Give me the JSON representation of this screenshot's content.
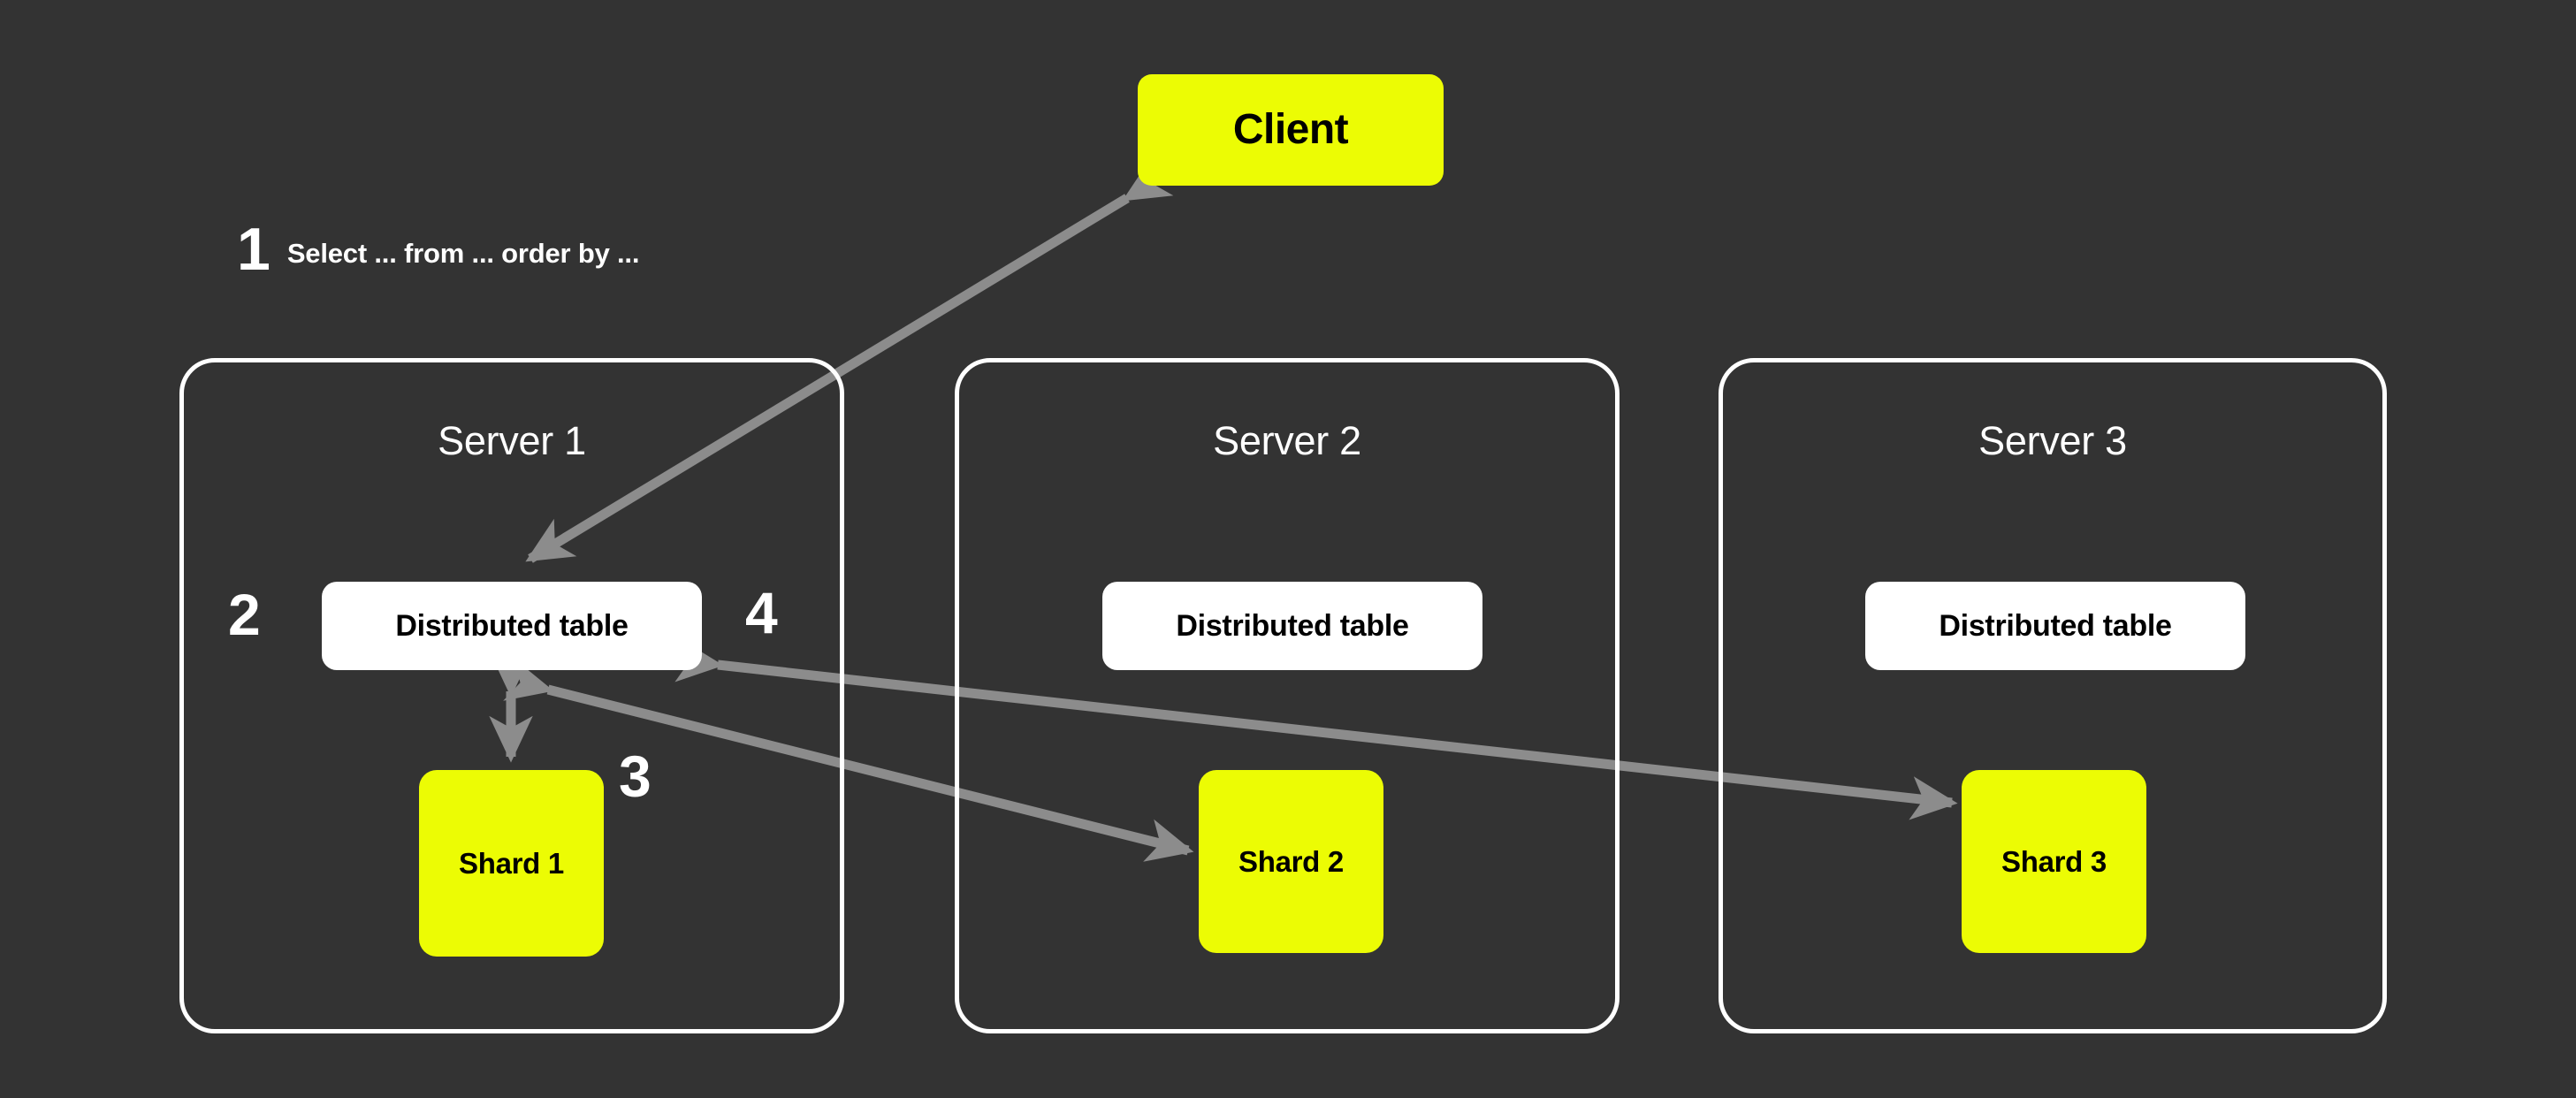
{
  "diagram": {
    "title": "Distributed table query routing across shards",
    "background_color": "#333333",
    "accent_color": "#ECFC04",
    "panel_border_color": "#FFFFFF",
    "arrow_color": "#8C8C8C"
  },
  "client": {
    "label": "Client"
  },
  "steps": [
    {
      "number": "1",
      "text": "Select ... from ... order by ..."
    },
    {
      "number": "2",
      "text": ""
    },
    {
      "number": "3",
      "text": ""
    },
    {
      "number": "4",
      "text": ""
    }
  ],
  "step_labels": {
    "one": "1",
    "one_text": "Select ... from ... order by ...",
    "two": "2",
    "three": "3",
    "four": "4"
  },
  "servers": [
    {
      "title": "Server 1",
      "distributed_table": "Distributed table",
      "shard": "Shard 1"
    },
    {
      "title": "Server 2",
      "distributed_table": "Distributed table",
      "shard": "Shard 2"
    },
    {
      "title": "Server 3",
      "distributed_table": "Distributed table",
      "shard": "Shard 3"
    }
  ],
  "connections": [
    {
      "name": "client-to-distributed-table-1",
      "from": "Client",
      "to": "Distributed table (Server 1)",
      "bidirectional": true
    },
    {
      "name": "distributed-table-1-to-shard-1",
      "from": "Distributed table (Server 1)",
      "to": "Shard 1",
      "bidirectional": true
    },
    {
      "name": "distributed-table-1-to-shard-2",
      "from": "Distributed table (Server 1)",
      "to": "Shard 2",
      "bidirectional": true
    },
    {
      "name": "distributed-table-1-to-shard-3",
      "from": "Distributed table (Server 1)",
      "to": "Shard 3",
      "bidirectional": true
    }
  ]
}
